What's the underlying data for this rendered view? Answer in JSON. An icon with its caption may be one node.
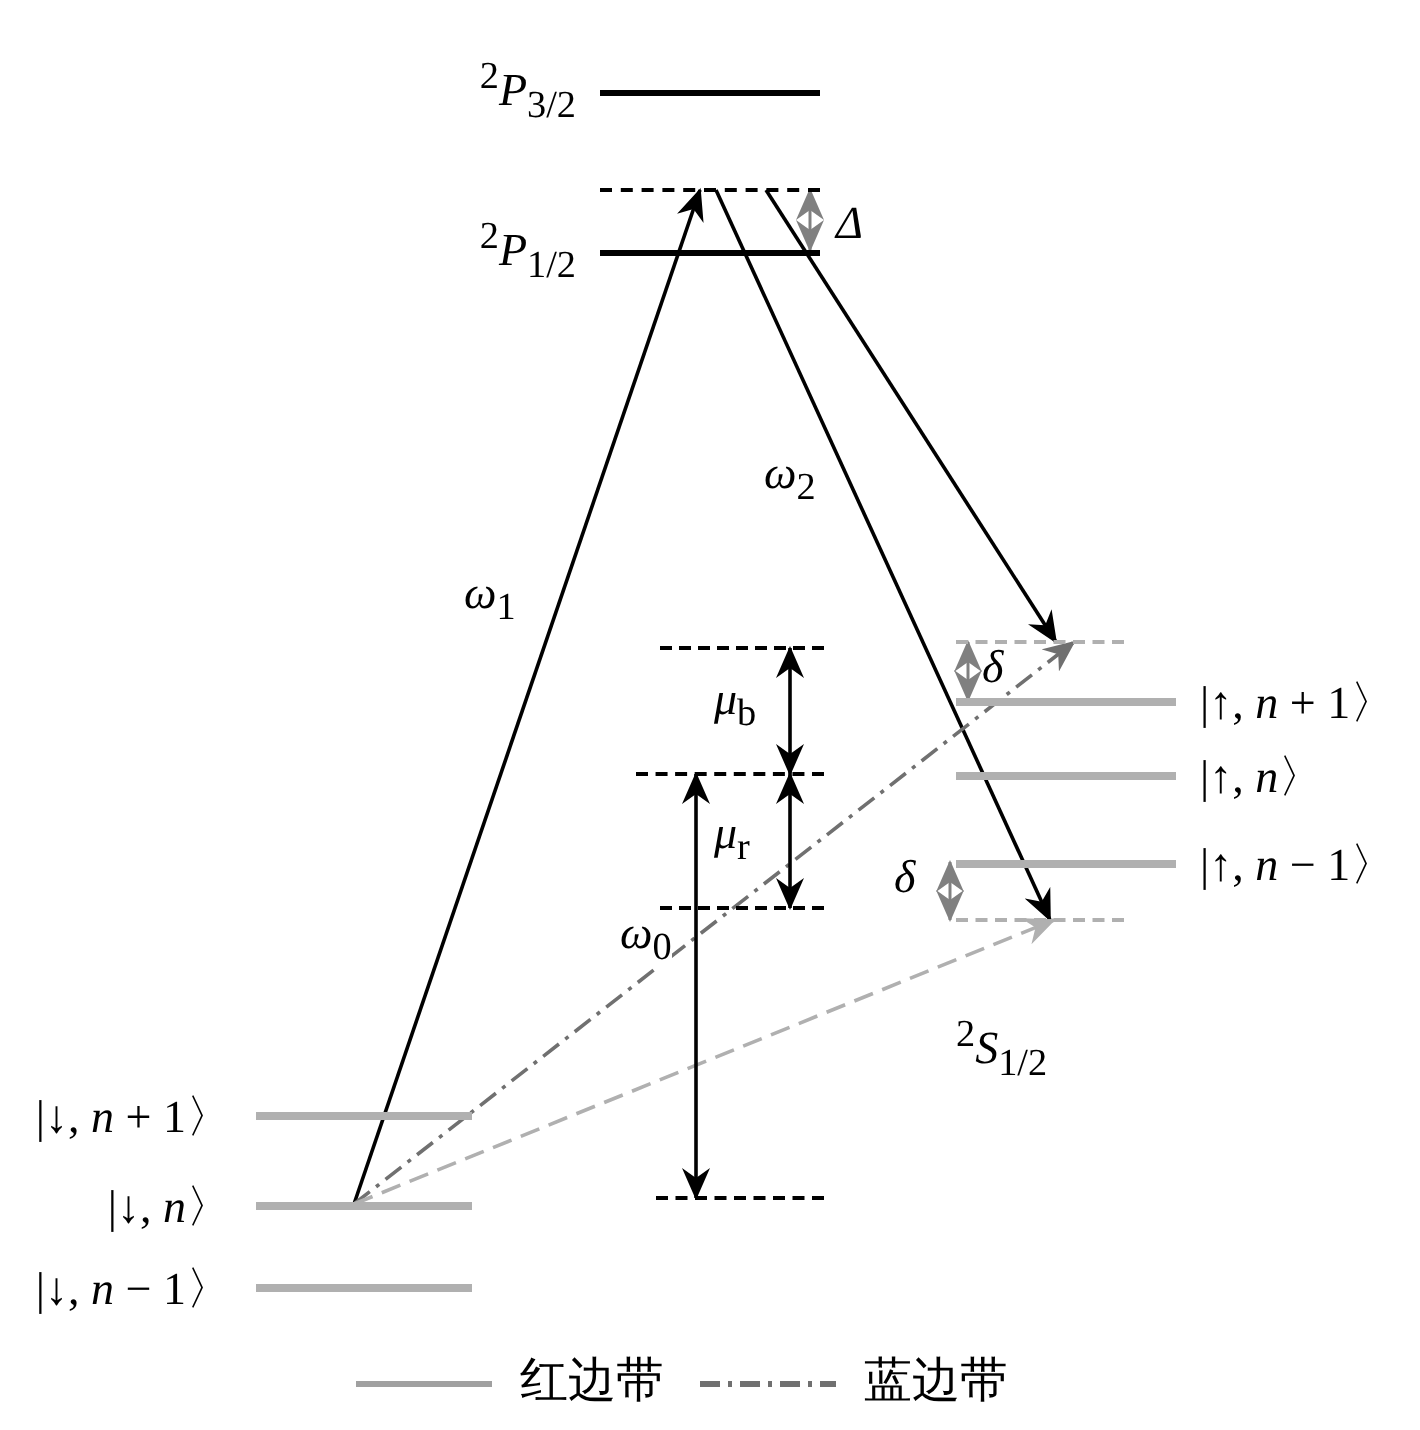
{
  "diagram": {
    "nodes": [
      {
        "text": [
          "$^{2}$*P*$_{3/2}$"
        ]
      },
      {
        "text": [
          "$^{2}$*P*$_{1/2}$"
        ]
      },
      {
        "text": [],
        "shape": "bar"
      },
      {
        "text": [],
        "shape": "bar"
      },
      {
        "text": [
          "|↑, *n* + 1〉"
        ]
      },
      {
        "text": [
          "|↑, *n*〉"
        ]
      },
      {
        "text": [
          "|↑, *n* − 1〉"
        ]
      },
      {
        "text": [],
        "shape": "bar"
      },
      {
        "text": [
          "|↓, *n* + 1〉"
        ]
      },
      {
        "text": [
          "|↓, *n*〉"
        ]
      },
      {
        "text": [
          "|↓, *n* − 1〉"
        ]
      },
      {
        "text": [],
        "shape": "bar"
      },
      {
        "text": [],
        "shape": "bar"
      },
      {
        "text": [],
        "shape": "bar"
      },
      {
        "text": [],
        "shape": "bar"
      }
    ],
    "edges": [
      {
        "from": 9,
        "to": 2,
        "arrow": "to",
        "label": "*ω*$_{1}$"
      },
      {
        "from": 2,
        "to": 7,
        "arrow": "to",
        "label": "*ω*$_{2}$"
      },
      {
        "from": 2,
        "to": 3,
        "arrow": "to"
      },
      {
        "from": 9,
        "to": 3,
        "arrow": "to",
        "style": "dashed",
        "color": "#707070"
      },
      {
        "from": 9,
        "to": 7,
        "arrow": "to",
        "style": "dashed",
        "color": "#b0b0b0"
      },
      {
        "from": 14,
        "to": 12,
        "arrow": "both",
        "label": "*ω*$_{0}$"
      },
      {
        "from": 2,
        "to": 1,
        "arrow": "both",
        "label": "*Δ*",
        "color": "#808080"
      },
      {
        "from": 11,
        "to": 12,
        "arrow": "both",
        "label": "*μ*$_{b}$"
      },
      {
        "from": 12,
        "to": 13,
        "arrow": "both",
        "label": "*μ*$_{r}$"
      },
      {
        "from": 3,
        "to": 4,
        "arrow": "both",
        "label": "*δ*",
        "color": "#808080"
      },
      {
        "from": 6,
        "to": 7,
        "arrow": "both",
        "label": "*δ*",
        "color": "#808080"
      }
    ],
    "labels": [
      "$^{2}$*S*$_{1/2}$"
    ],
    "legend": [
      {
        "text": "红边带"
      },
      {
        "text": "蓝边带"
      }
    ]
  }
}
